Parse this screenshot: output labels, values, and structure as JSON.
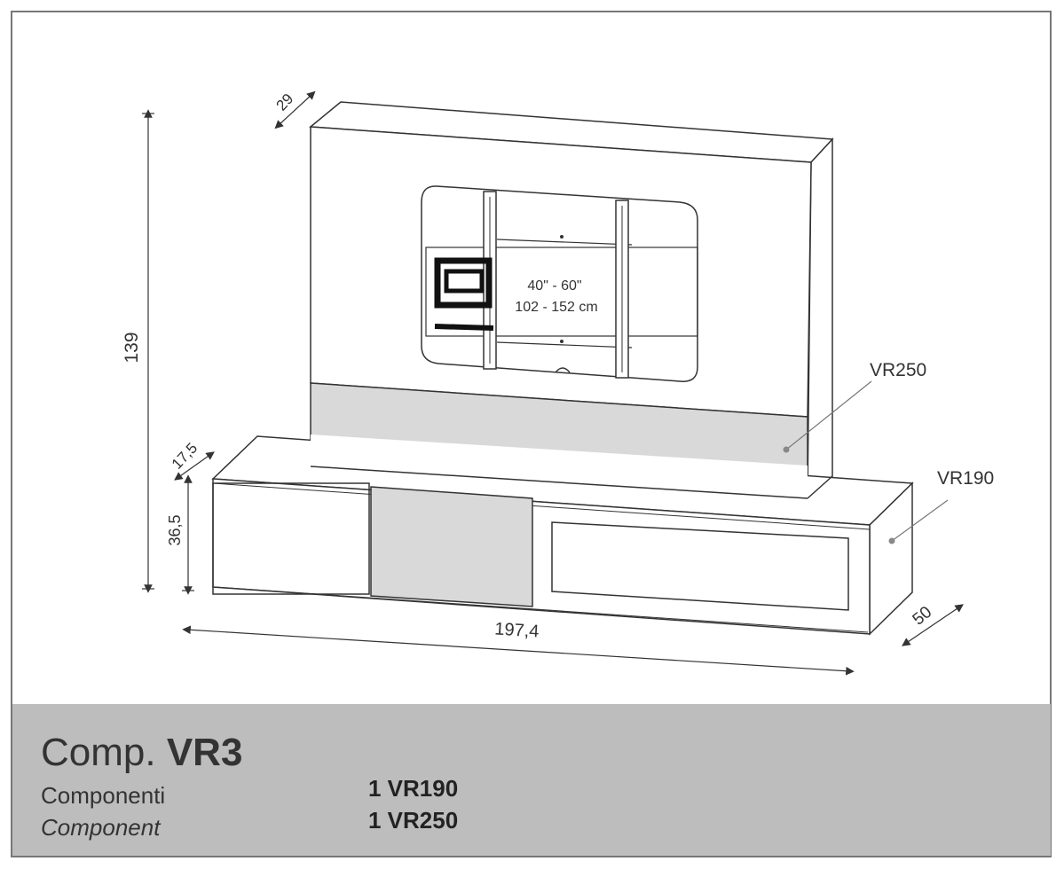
{
  "dimensions": {
    "depth_top": "29",
    "height_total": "139",
    "plinth_depth": "17,5",
    "cabinet_height": "36,5",
    "width": "197,4",
    "depth": "50"
  },
  "tv_size": {
    "inches": "40\" - 60\"",
    "cm": "102 - 152 cm"
  },
  "labels": {
    "panel": "VR250",
    "base": "VR190"
  },
  "footer": {
    "title_prefix": "Comp.",
    "title_code": "VR3",
    "components_it": "Componenti",
    "components_en": "Component",
    "items": [
      "1 VR190",
      "1 VR250"
    ]
  },
  "colors": {
    "line": "#333333",
    "panel_fill": "#d9d9d9",
    "footer_bg": "#bdbdbd",
    "frame": "#777777"
  }
}
